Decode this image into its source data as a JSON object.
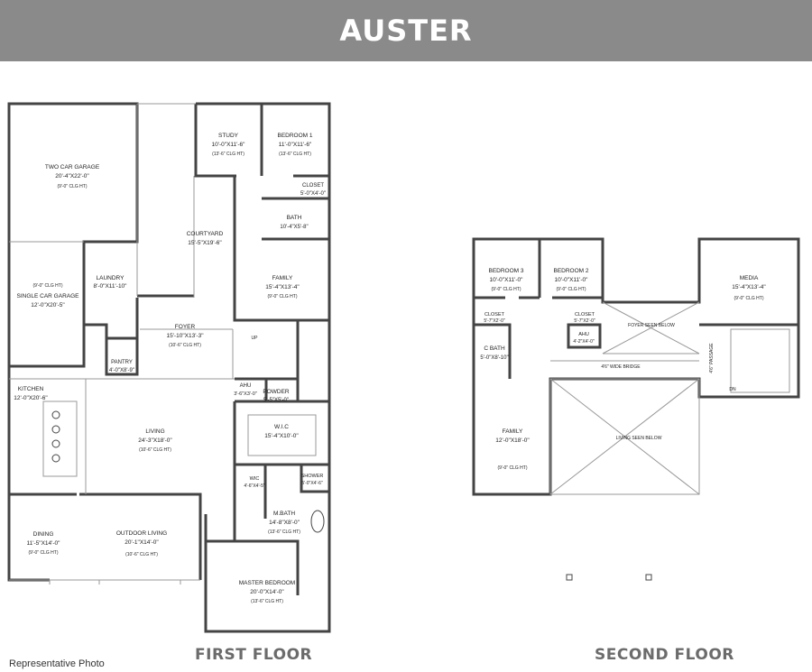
{
  "title": "AUSTER",
  "first_floor_caption": "FIRST FLOOR",
  "second_floor_caption": "SECOND FLOOR",
  "representative_photo": "Representative Photo",
  "colors": {
    "header_bg": "#8a8a8a",
    "wall": "#444444",
    "caption": "#6b6b6b"
  },
  "rooms": {
    "two_car_garage": {
      "name": "TWO CAR GARAGE",
      "dim": "20'-4\"X22'-0\"",
      "clg": "(9'-0\" CLG HT)"
    },
    "single_car_garage": {
      "clg": "(9'-0\" CLG HT)",
      "name": "SINGLE CAR GARAGE",
      "dim": "12'-0\"X20'-5\""
    },
    "laundry": {
      "name": "LAUNDRY",
      "dim": "8'-0\"X11'-10\""
    },
    "pantry": {
      "name": "PANTRY",
      "dim": "4'-0\"X8'-9\""
    },
    "courtyard": {
      "name": "COURTYARD",
      "dim": "15'-5\"X19'-6\""
    },
    "study": {
      "name": "STUDY",
      "dim": "10'-0\"X11'-6\"",
      "clg": "(13'-6\" CLG HT)"
    },
    "bedroom1": {
      "name": "BEDROOM 1",
      "dim": "11'-0\"X11'-6\"",
      "clg": "(13'-6\" CLG HT)"
    },
    "closet1": {
      "name": "CLOSET",
      "dim": "5'-0\"X4'-0\""
    },
    "bath": {
      "name": "BATH",
      "dim": "10'-4\"X5'-8\""
    },
    "family1": {
      "name": "FAMILY",
      "dim": "15'-4\"X13'-4\"",
      "clg": "(9'-0\" CLG HT)"
    },
    "foyer": {
      "name": "FOYER",
      "dim": "15'-10\"X13'-3\"",
      "clg": "(10'-6\" CLG HT)"
    },
    "ahu1": {
      "name": "AHU",
      "dim": "3'-6\"X3'-0\""
    },
    "powder": {
      "name": "POWDER",
      "dim": "5'-5\"X5'-0\""
    },
    "kitchen": {
      "name": "KITCHEN",
      "dim": "12'-0\"X20'-6\""
    },
    "living": {
      "name": "LIVING",
      "dim": "24'-3\"X18'-0\"",
      "clg": "(10'-6\" CLG HT)"
    },
    "wic": {
      "name": "W.I.C",
      "dim": "15'-4\"X10'-0\""
    },
    "wic_small": {
      "name": "WIC",
      "dim": "4'-6\"X4'-5\""
    },
    "shower": {
      "name": "SHOWER",
      "dim": "5'-0\"X4'-6\""
    },
    "mbath": {
      "name": "M.BATH",
      "dim": "14'-8\"X8'-0\"",
      "clg": "(13'-6\" CLG HT)"
    },
    "dining": {
      "name": "DINING",
      "dim": "11'-5\"X14'-0\"",
      "clg": "(9'-0\" CLG HT)"
    },
    "outdoor_living": {
      "name": "OUTDOOR LIVING",
      "dim": "20'-1\"X14'-0\"",
      "clg": "(10'-6\" CLG HT)"
    },
    "master_bedroom": {
      "name": "MASTER BEDROOM",
      "dim": "20'-0\"X14'-0\"",
      "clg": "(13'-6\" CLG HT)"
    },
    "bedroom3": {
      "name": "BEDROOM 3",
      "dim": "10'-0\"X11'-0\"",
      "clg": "(9'-0\" CLG HT)"
    },
    "bedroom2": {
      "name": "BEDROOM 2",
      "dim": "10'-0\"X11'-0\"",
      "clg": "(9'-0\" CLG HT)"
    },
    "closet3": {
      "name": "CLOSET",
      "dim": "5'-7\"X2'-0\""
    },
    "closet2": {
      "name": "CLOSET",
      "dim": "5'-7\"X2'-0\""
    },
    "ahu2": {
      "name": "AHU",
      "dim": "4'-2\"X4'-0\""
    },
    "cbath": {
      "name": "C BATH",
      "dim": "5'-0\"X8'-10\""
    },
    "media": {
      "name": "MEDIA",
      "dim": "15'-4\"X13'-4\"",
      "clg": "(9'-0\" CLG HT)"
    },
    "family2": {
      "name": "FAMILY",
      "dim": "12'-0\"X18'-0\"",
      "clg": "(9'-0\" CLG HT)"
    }
  },
  "notes": {
    "foyer_seen_below": "FOYER SEEN BELOW",
    "living_seen_below": "LIVING SEEN BELOW",
    "wide_bridge": "4'6\" WIDE BRIDGE",
    "passage": "4'6\" PASSAGE",
    "up": "UP",
    "dn": "DN"
  }
}
